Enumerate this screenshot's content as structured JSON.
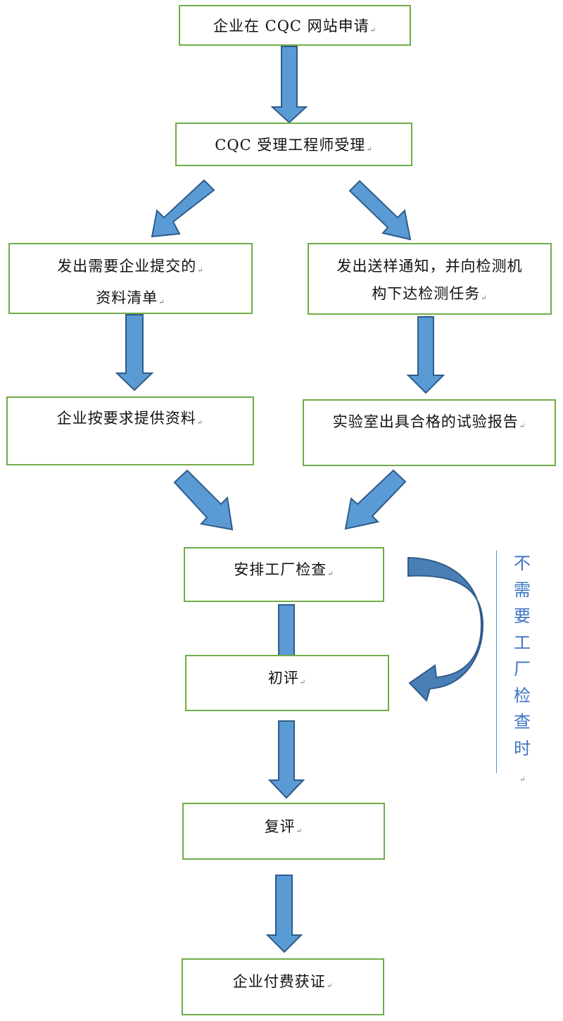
{
  "steps": {
    "apply": "企业在 CQC 网站申请",
    "accept": "CQC 受理工程师受理",
    "doc_list": [
      "发出需要企业提交的",
      "资料清单"
    ],
    "sample_notice": [
      "发出送样通知，并向检测机",
      "构下达检测任务"
    ],
    "provide_docs": "企业按要求提供资料",
    "lab_report": "实验室出具合格的试验报告",
    "factory_inspection": "安排工厂检查",
    "initial_review": "初评",
    "re_review": "复评",
    "pay_certify": "企业付费获证"
  },
  "side_note": [
    "不",
    "需",
    "要",
    "工",
    "厂",
    "检",
    "查",
    "时"
  ],
  "paragraph_mark": "↵",
  "colors": {
    "box_border": "#70ad47",
    "arrow_fill": "#5b9bd5",
    "arrow_stroke": "#2e5c8a",
    "curve_fill": "#4a7fb5",
    "note_text": "#3b73c4"
  }
}
